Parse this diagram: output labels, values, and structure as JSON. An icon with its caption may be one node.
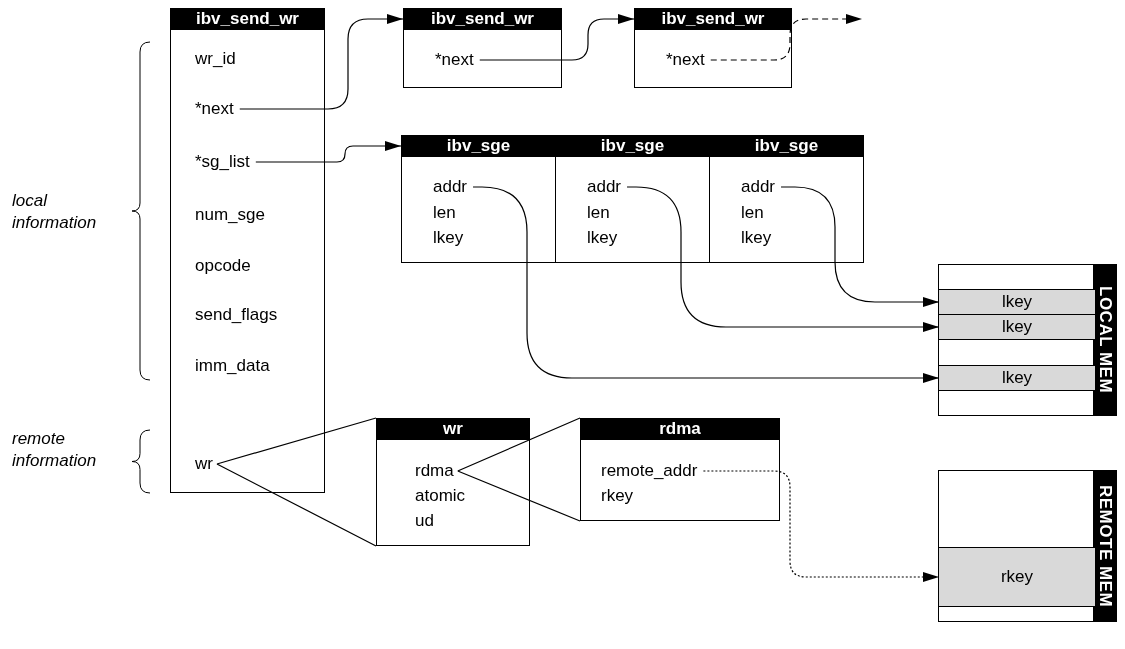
{
  "diagram": {
    "nodes": [
      {
        "text": [
          "ibv_send_wr"
        ]
      },
      {
        "text": [
          "wr_id"
        ],
        "in": 0
      },
      {
        "text": [
          "*next"
        ],
        "in": 0
      },
      {
        "text": [
          "*sg_list"
        ],
        "in": 0
      },
      {
        "text": [
          "num_sge"
        ],
        "in": 0
      },
      {
        "text": [
          "opcode"
        ],
        "in": 0
      },
      {
        "text": [
          "send_flags"
        ],
        "in": 0
      },
      {
        "text": [
          "imm_data"
        ],
        "in": 0
      },
      {
        "text": [
          "wr"
        ],
        "in": 0
      },
      {
        "text": [
          "ibv_send_wr"
        ]
      },
      {
        "text": [
          "*next"
        ],
        "in": 9
      },
      {
        "text": [
          "ibv_send_wr"
        ]
      },
      {
        "text": [
          "*next"
        ],
        "in": 11
      },
      {
        "text": [
          "ibv_sge"
        ]
      },
      {
        "text": [
          "addr"
        ],
        "in": 13
      },
      {
        "text": [
          "len"
        ],
        "in": 13
      },
      {
        "text": [
          "lkey"
        ],
        "in": 13
      },
      {
        "text": [
          "ibv_sge"
        ]
      },
      {
        "text": [
          "addr"
        ],
        "in": 17
      },
      {
        "text": [
          "len"
        ],
        "in": 17
      },
      {
        "text": [
          "lkey"
        ],
        "in": 17
      },
      {
        "text": [
          "ibv_sge"
        ]
      },
      {
        "text": [
          "addr"
        ],
        "in": 21
      },
      {
        "text": [
          "len"
        ],
        "in": 21
      },
      {
        "text": [
          "lkey"
        ],
        "in": 21
      },
      {
        "text": [
          "wr"
        ]
      },
      {
        "text": [
          "rdma"
        ],
        "in": 25
      },
      {
        "text": [
          "atomic"
        ],
        "in": 25
      },
      {
        "text": [
          "ud"
        ],
        "in": 25
      },
      {
        "text": [
          "rdma"
        ]
      },
      {
        "text": [
          "remote_addr"
        ],
        "in": 29
      },
      {
        "text": [
          "rkey"
        ],
        "in": 29
      },
      {
        "text": [
          "LOCAL MEM"
        ]
      },
      {
        "text": [
          "lkey"
        ],
        "in": 32
      },
      {
        "text": [
          "lkey"
        ],
        "in": 32
      },
      {
        "text": [
          "lkey"
        ],
        "in": 32
      },
      {
        "text": [
          "REMOTE MEM"
        ]
      },
      {
        "text": [
          "rkey"
        ],
        "in": 36
      }
    ],
    "edges": [
      {
        "from": 2,
        "to": 9,
        "arrow": "to"
      },
      {
        "from": 10,
        "to": 11,
        "arrow": "to"
      },
      {
        "from": 12,
        "to": null,
        "arrow": "to",
        "style": "dashed"
      },
      {
        "from": 3,
        "to": 13,
        "arrow": "to"
      },
      {
        "from": 14,
        "to": 35,
        "arrow": "to"
      },
      {
        "from": 18,
        "to": 34,
        "arrow": "to"
      },
      {
        "from": 22,
        "to": 33,
        "arrow": "to"
      },
      {
        "from": 30,
        "to": 37,
        "arrow": "to",
        "style": "dashed"
      },
      {
        "from": 8,
        "to": 25,
        "arrow": "none"
      },
      {
        "from": 26,
        "to": 29,
        "arrow": "none"
      }
    ],
    "labels": [
      "local information",
      "remote information"
    ]
  }
}
